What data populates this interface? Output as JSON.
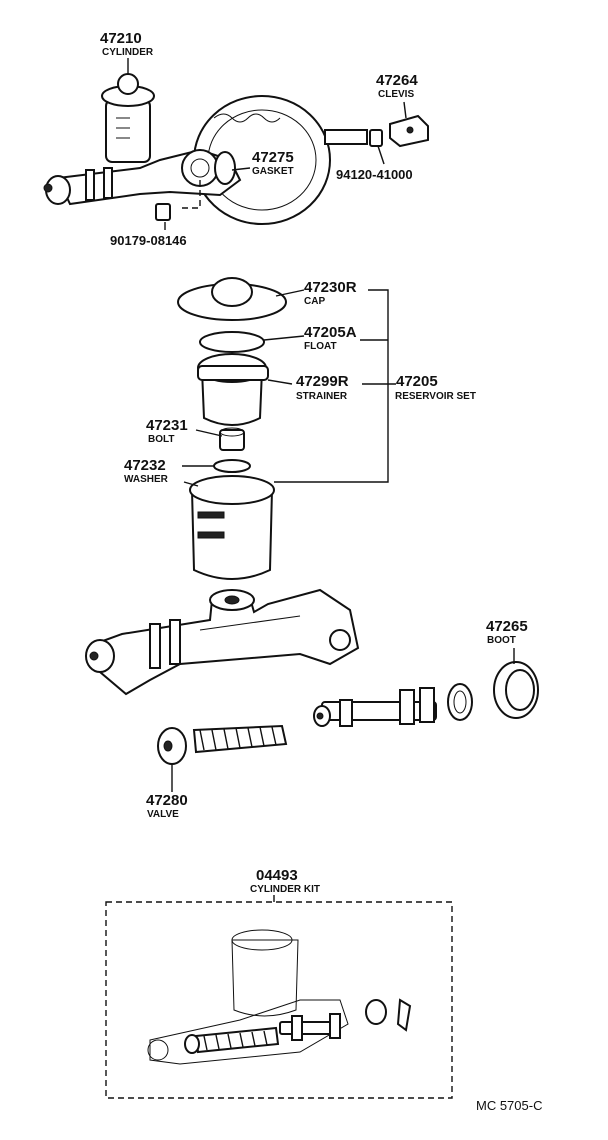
{
  "labels": {
    "cylinder": {
      "number": "47210",
      "name": "CYLINDER"
    },
    "clevis": {
      "number": "47264",
      "name": "CLEVIS"
    },
    "gasket": {
      "number": "47275",
      "name": "GASKET"
    },
    "nut_right": {
      "number": "94120-41000"
    },
    "nut_left": {
      "number": "90179-08146"
    },
    "cap": {
      "number": "47230R",
      "name": "CAP"
    },
    "float": {
      "number": "47205A",
      "name": "FLOAT"
    },
    "strainer": {
      "number": "47299R",
      "name": "STRAINER"
    },
    "reservoir": {
      "number": "47205",
      "name": "RESERVOIR SET"
    },
    "bolt": {
      "number": "47231",
      "name": "BOLT"
    },
    "washer": {
      "number": "47232",
      "name": "WASHER"
    },
    "boot": {
      "number": "47265",
      "name": "BOOT"
    },
    "valve": {
      "number": "47280",
      "name": "VALVE"
    },
    "kit": {
      "number": "04493",
      "name": "CYLINDER KIT"
    }
  },
  "diagram_code": "MC 5705-C"
}
